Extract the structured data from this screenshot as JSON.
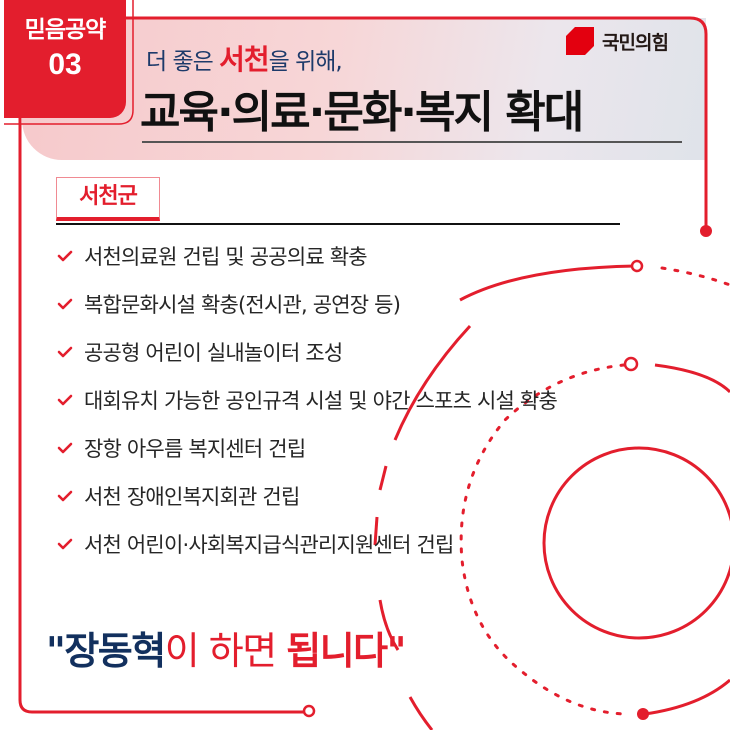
{
  "badge": {
    "label": "믿음공약",
    "number": "03"
  },
  "header": {
    "subtitle_prefix": "더 좋은 ",
    "subtitle_highlight": "서천",
    "subtitle_suffix": "을 위해,",
    "title": "교육·의료·문화·복지 확대"
  },
  "logo": {
    "icon": "party-logo-icon",
    "text": "국민의힘"
  },
  "region": {
    "label": "서천군"
  },
  "pledges": [
    {
      "icon": "check-icon",
      "text": "서천의료원 건립 및 공공의료 확충"
    },
    {
      "icon": "check-icon",
      "text": "복합문화시설 확충(전시관, 공연장 등)"
    },
    {
      "icon": "check-icon",
      "text": "공공형 어린이 실내놀이터 조성"
    },
    {
      "icon": "check-icon",
      "text": "대회유치 가능한 공인규격 시설 및 야간 스포츠 시설 확충"
    },
    {
      "icon": "check-icon",
      "text": "장항 아우름 복지센터 건립"
    },
    {
      "icon": "check-icon",
      "text": "서천 장애인복지회관 건립"
    },
    {
      "icon": "check-icon",
      "text": "서천 어린이·사회복지급식관리지원센터 건립"
    }
  ],
  "slogan": {
    "open_quote": "\"",
    "name": "장동혁",
    "middle": "이 하면 ",
    "emphasis": "됩니다",
    "close_quote": "\""
  },
  "colors": {
    "accent_red": "#e31e2d",
    "navy": "#12305e",
    "subtitle_blue": "#1d3a6a",
    "header_pink": "#f6c9cb",
    "text_dark": "#262626"
  }
}
